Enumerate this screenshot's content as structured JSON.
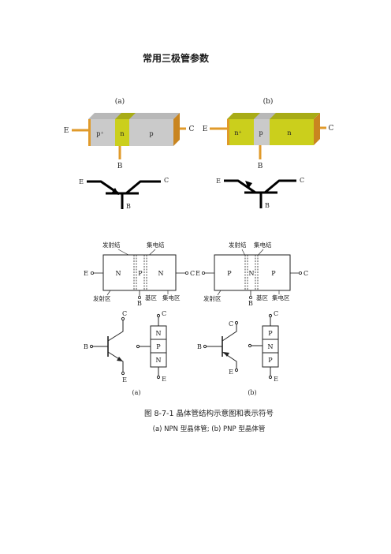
{
  "title": "常用三极管参数",
  "fig_a": {
    "label": "(a)",
    "regions": [
      "p⁺",
      "n",
      "p"
    ],
    "terminals": {
      "left": "E",
      "right": "C",
      "bottom": "B"
    },
    "colors": {
      "gray": "#c8c8c8",
      "yellow": "#c8cc1a",
      "orange": "#e09a2a"
    }
  },
  "fig_b": {
    "label": "(b)",
    "regions": [
      "n⁺",
      "p",
      "n"
    ],
    "terminals": {
      "left": "E",
      "right": "C",
      "bottom": "B"
    }
  },
  "symbol_a": {
    "e": "E",
    "c": "C",
    "b": "B"
  },
  "symbol_b": {
    "e": "E",
    "c": "C",
    "b": "B"
  },
  "struct_npn": {
    "emitter_junction": "发射结",
    "collector_junction": "集电结",
    "regions": [
      "N",
      "P",
      "N"
    ],
    "e": "E",
    "c": "C",
    "b": "B",
    "emitter_region": "发射区",
    "base_region": "基区",
    "collector_region": "集电区"
  },
  "struct_pnp": {
    "emitter_junction": "发射结",
    "collector_junction": "集电结",
    "regions": [
      "P",
      "N",
      "P"
    ],
    "e": "E",
    "c": "C",
    "b": "B",
    "emitter_region": "发射区",
    "base_region": "基区",
    "collector_region": "集电区"
  },
  "sym_npn": {
    "c": "C",
    "b": "B",
    "e": "E",
    "stack": [
      "N",
      "P",
      "N"
    ],
    "sub": "(a)"
  },
  "sym_pnp": {
    "c": "C",
    "b": "B",
    "e": "E",
    "stack": [
      "P",
      "N",
      "P"
    ],
    "sub": "(b)"
  },
  "caption": {
    "line1": "图 8-7-1  晶体管结构示意图和表示符号",
    "line2": "(a) NPN 型晶体管; (b) PNP 型晶体管"
  }
}
